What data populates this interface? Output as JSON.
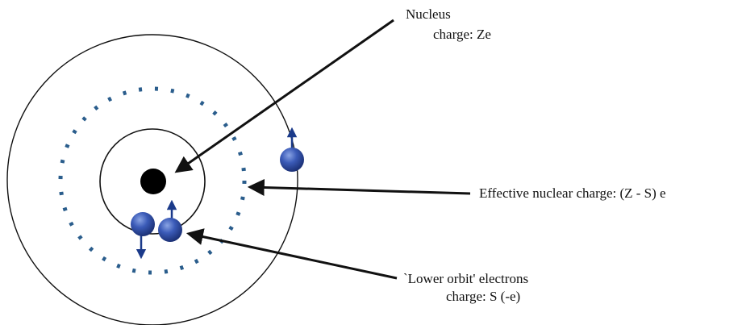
{
  "labels": {
    "nucleus_title": "Nucleus",
    "nucleus_charge": "charge: Ze",
    "effective_charge": "Effective nuclear charge: (Z - S) e",
    "lower_orbit_title": "`Lower orbit' electrons",
    "lower_orbit_charge": "charge: S (-e)"
  },
  "colors": {
    "background": "#ffffff",
    "line": "#111111",
    "nucleus": "#000000",
    "electron_light": "#8aa4e4",
    "electron_mid": "#3b5bb8",
    "electron_dark": "#1a2f73",
    "dotted_shell": "#2a5d8c",
    "spin_arrow": "#1b3a8a"
  },
  "electrons": [
    {
      "role": "outer-electron",
      "spin": "up"
    },
    {
      "role": "inner-electron",
      "spin": "down"
    },
    {
      "role": "inner-electron",
      "spin": "up"
    }
  ]
}
